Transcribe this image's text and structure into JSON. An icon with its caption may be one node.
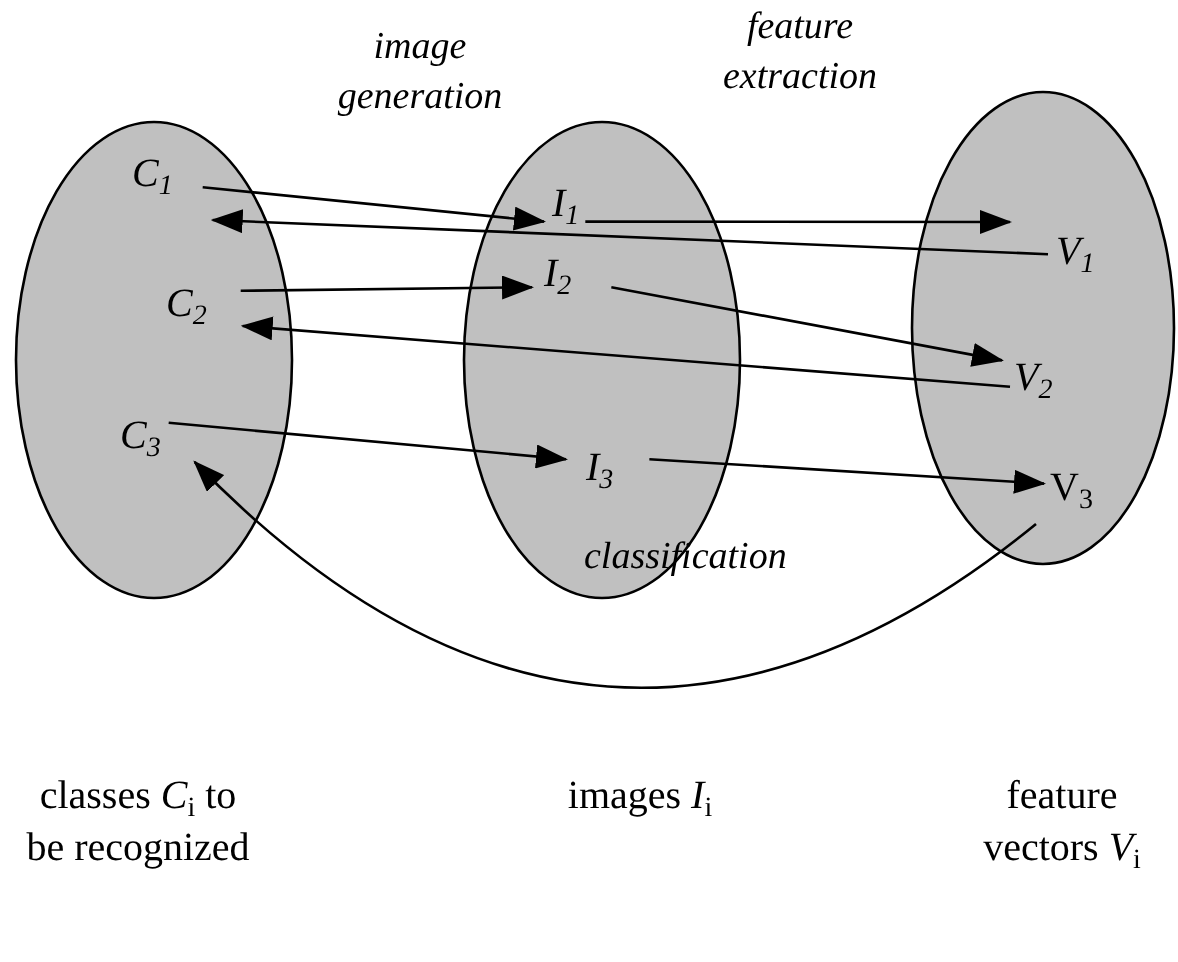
{
  "diagram": {
    "nodes": [
      {
        "text": [],
        "shape": "circle"
      },
      {
        "text": [
          "C$_{1}$"
        ],
        "in": 0
      },
      {
        "text": [
          "C$_{2}$"
        ],
        "in": 0
      },
      {
        "text": [
          "C$_{3}$"
        ],
        "in": 0
      },
      {
        "text": [],
        "shape": "circle"
      },
      {
        "text": [
          "I$_{1}$"
        ],
        "in": 4
      },
      {
        "text": [
          "I$_{2}$"
        ],
        "in": 4
      },
      {
        "text": [
          "I$_{3}$"
        ],
        "in": 4
      },
      {
        "text": [],
        "shape": "circle"
      },
      {
        "text": [
          "V$_{1}$"
        ],
        "in": 8
      },
      {
        "text": [
          "V$_{2}$"
        ],
        "in": 8
      },
      {
        "text": [
          "V$_{3}$"
        ],
        "in": 8
      }
    ],
    "edges": [
      {
        "from": 1,
        "to": 5,
        "arrow": "to"
      },
      {
        "from": 9,
        "to": 1,
        "arrow": "to"
      },
      {
        "from": 2,
        "to": 6,
        "arrow": "to"
      },
      {
        "from": 10,
        "to": 2,
        "arrow": "to"
      },
      {
        "from": 3,
        "to": 7,
        "arrow": "to"
      },
      {
        "from": 5,
        "to": 9,
        "arrow": "to"
      },
      {
        "from": 6,
        "to": 10,
        "arrow": "to"
      },
      {
        "from": 7,
        "to": 11,
        "arrow": "to"
      },
      {
        "from": 11,
        "to": 3,
        "arrow": "to",
        "label": "classification"
      }
    ],
    "labels": [
      "image generation",
      "feature extraction",
      "classes *C*$_{i}$ to be recognized",
      "images *I*$_{i}$",
      "feature vectors *V*$_{i}$"
    ]
  }
}
